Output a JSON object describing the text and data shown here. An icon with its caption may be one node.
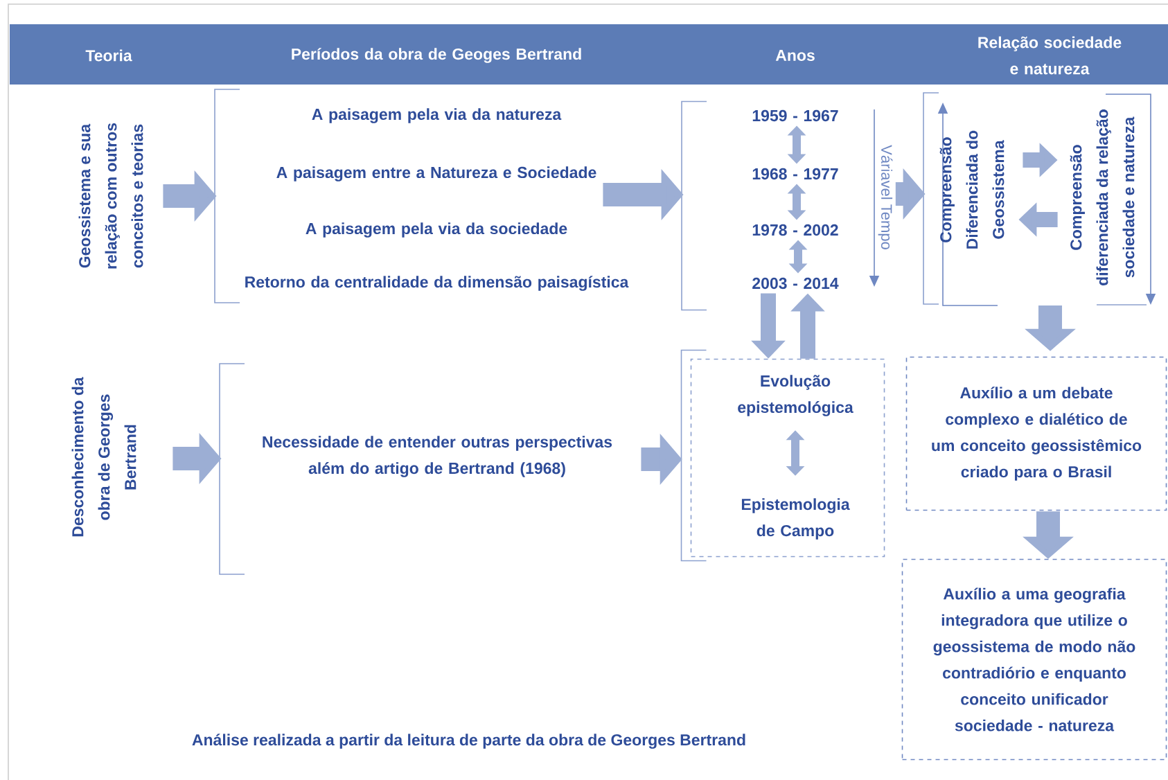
{
  "diagram": {
    "caption": "Análise realizada a partir da leitura de parte da obra de Georges Bertrand",
    "nodes": [
      {
        "text": [
          "Geossistema e sua relação com outros conceitos e teorias"
        ]
      },
      {
        "text": [],
        "shape": "bracket"
      },
      {
        "text": [
          "A paisagem pela via da natureza"
        ]
      },
      {
        "text": [
          "A paisagem entre a Natureza e Sociedade"
        ]
      },
      {
        "text": [
          "A paisagem pela via da sociedade"
        ]
      },
      {
        "text": [
          "Retorno da centralidade da dimensão paisagística"
        ]
      },
      {
        "text": [],
        "shape": "bracket"
      },
      {
        "text": [
          "1959 - 1967"
        ]
      },
      {
        "text": [
          "1968 - 1977"
        ]
      },
      {
        "text": [
          "1978 - 2002"
        ]
      },
      {
        "text": [
          "2003 - 2014"
        ]
      },
      {
        "text": [],
        "shape": "bracket"
      },
      {
        "text": [
          "Compreensão Diferenciada do Geossistema"
        ],
        "in": 11
      },
      {
        "text": [
          "Compreensão diferenciada da relação sociedade e natureza"
        ],
        "in": 11
      },
      {
        "text": [
          "Desconhecimento da obra de Georges Bertrand"
        ]
      },
      {
        "text": [],
        "shape": "bracket"
      },
      {
        "text": [
          "Necessidade de entender outras perspectivas além do artigo de Bertrand (1968)"
        ]
      },
      {
        "text": [],
        "shape": "box"
      },
      {
        "text": [
          "Evolução epistemológica"
        ],
        "in": 17
      },
      {
        "text": [
          "Epistemologia de Campo"
        ],
        "in": 17
      },
      {
        "text": [
          "Auxílio a um debate complexo e dialético de um conceito geossistêmico criado para o Brasil"
        ]
      },
      {
        "text": [
          "Auxílio a uma geografia integradora que utilize o geossistema de modo não contradiório e enquanto conceito unificador sociedade - natureza"
        ]
      },
      {
        "text": [
          "Váriavel Tempo"
        ]
      }
    ],
    "edges": [
      {
        "from": 0,
        "to": 1,
        "arrow": "to"
      },
      {
        "from": 3,
        "to": 6,
        "arrow": "to"
      },
      {
        "from": 7,
        "to": 8,
        "arrow": "both"
      },
      {
        "from": 8,
        "to": 9,
        "arrow": "both"
      },
      {
        "from": 9,
        "to": 10,
        "arrow": "both"
      },
      {
        "from": 22,
        "to": 11,
        "arrow": "to"
      },
      {
        "from": 12,
        "to": 13,
        "arrow": "to"
      },
      {
        "from": 13,
        "to": 12,
        "arrow": "to"
      },
      {
        "from": 10,
        "to": 17,
        "arrow": "to"
      },
      {
        "from": 17,
        "to": 10,
        "arrow": "to"
      },
      {
        "from": 14,
        "to": 15,
        "arrow": "to"
      },
      {
        "from": 16,
        "to": 17,
        "arrow": "to"
      },
      {
        "from": 18,
        "to": 19,
        "arrow": "both"
      },
      {
        "from": 11,
        "to": 20,
        "arrow": "to"
      },
      {
        "from": 20,
        "to": 21,
        "arrow": "to"
      }
    ],
    "labels": [
      "Teoria",
      "Períodos da obra de Geoges Bertrand",
      "Anos",
      "Relação sociedade e natureza"
    ]
  }
}
